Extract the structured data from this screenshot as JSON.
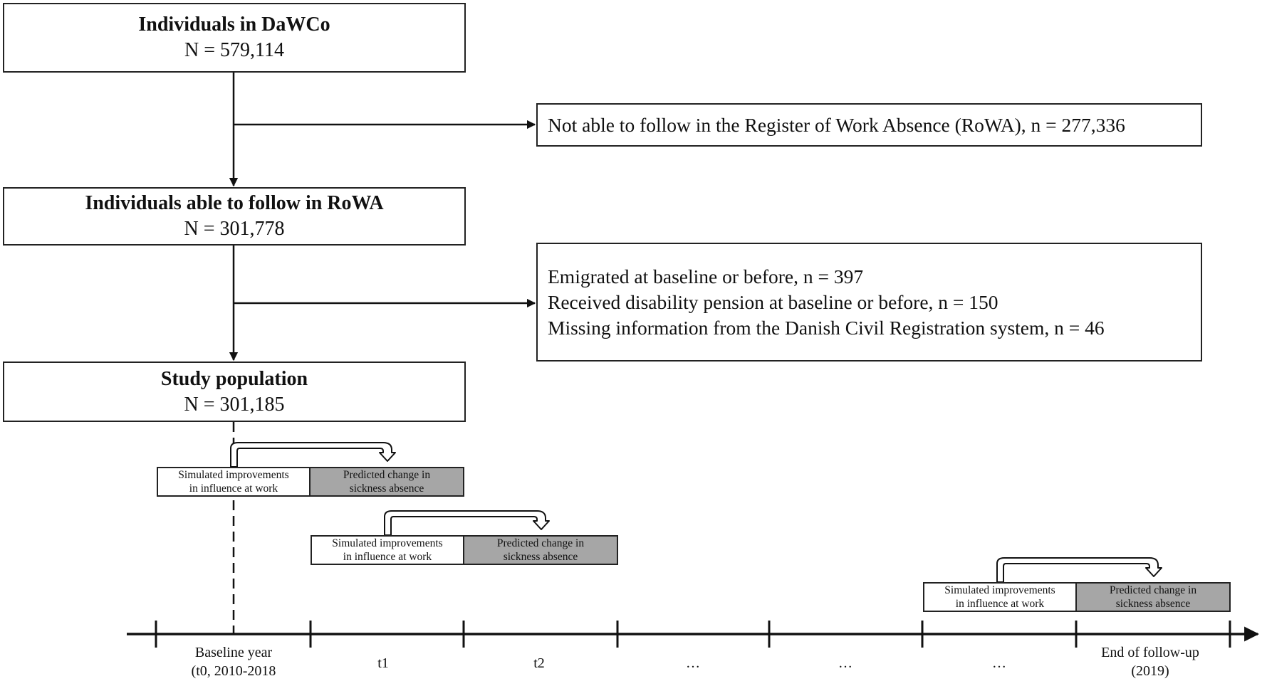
{
  "flowchart": {
    "boxes": [
      {
        "title": "Individuals in DaWCo",
        "count": "N = 579,114"
      },
      {
        "title": "Individuals able to follow in RoWA",
        "count": "N = 301,778"
      },
      {
        "title": "Study population",
        "count": "N = 301,185"
      }
    ],
    "exclusions": [
      {
        "lines": [
          "Not able to follow in the Register of Work Absence (RoWA), n = 277,336"
        ]
      },
      {
        "lines": [
          "Emigrated at baseline or before, n = 397",
          "Received disability pension at baseline or before, n = 150",
          "Missing information from the Danish Civil Registration system, n = 46"
        ]
      }
    ]
  },
  "timeline": {
    "steps": [
      {
        "sim_line1": "Simulated improvements",
        "sim_line2": "in influence at work",
        "pred_line1": "Predicted change in",
        "pred_line2": "sickness absence"
      },
      {
        "sim_line1": "Simulated improvements",
        "sim_line2": "in influence at work",
        "pred_line1": "Predicted change in",
        "pred_line2": "sickness absence"
      },
      {
        "sim_line1": "Simulated improvements",
        "sim_line2": "in influence at work",
        "pred_line1": "Predicted change in",
        "pred_line2": "sickness absence"
      }
    ],
    "labels": [
      {
        "line1": "Baseline year",
        "line2": "(t0, 2010-2018"
      },
      {
        "line1": "t1",
        "line2": ""
      },
      {
        "line1": "t2",
        "line2": ""
      },
      {
        "line1": "…",
        "line2": ""
      },
      {
        "line1": "…",
        "line2": ""
      },
      {
        "line1": "…",
        "line2": ""
      },
      {
        "line1": "End of follow-up",
        "line2": "(2019)"
      }
    ]
  },
  "colors": {
    "line": "#111111",
    "predicted_fill": "#a6a6a6"
  }
}
